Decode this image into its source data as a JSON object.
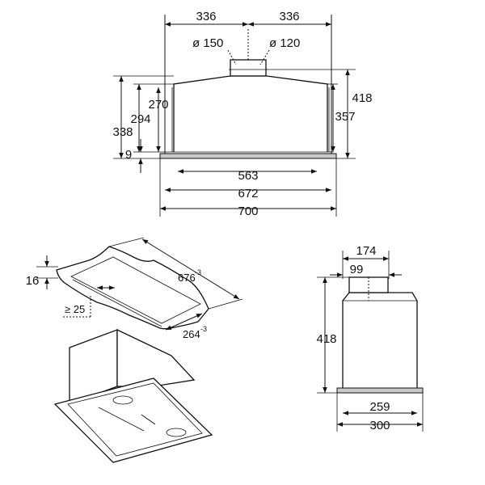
{
  "front_view": {
    "top_left_width": "336",
    "top_right_width": "336",
    "outlet_diameter_outer": "ø 150",
    "outlet_diameter_inner": "ø 120",
    "height_270": "270",
    "height_294": "294",
    "height_338": "338",
    "height_9": "9",
    "height_357": "357",
    "height_418": "418",
    "width_563": "563",
    "width_672": "672",
    "width_700": "700"
  },
  "perspective_view": {
    "frame_thickness": "16",
    "length": "676",
    "length_tolerance": "-3",
    "depth": "264",
    "depth_tolerance": "-3",
    "clearance": "≥ 25"
  },
  "side_view": {
    "width_174": "174",
    "width_99": "99",
    "height_418": "418",
    "width_259": "259",
    "width_300": "300"
  }
}
